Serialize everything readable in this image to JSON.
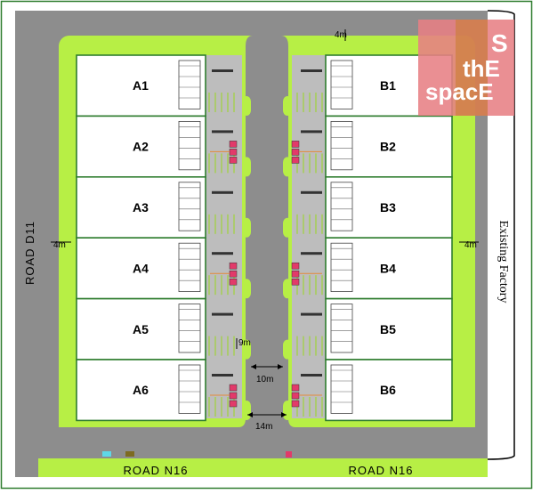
{
  "lots_left": [
    "A1",
    "A2",
    "A3",
    "A4",
    "A5",
    "A6"
  ],
  "lots_right": [
    "B1",
    "B2",
    "B3",
    "B4",
    "B5",
    "B6"
  ],
  "roads": {
    "west": "ROAD D11",
    "south_left": "ROAD N16",
    "south_right": "ROAD N16"
  },
  "neighbor": "Existing Factory",
  "dimensions": {
    "top": "4m",
    "left": "4m",
    "right": "4m",
    "inner": "9m",
    "courtyard": "10m",
    "bottom": "14m"
  },
  "logo": {
    "line1": "S",
    "line2": "thE",
    "line3": "spacE"
  },
  "colors": {
    "road": "#8d8d8d",
    "green": "#b7ef45",
    "lot": "#ffffff",
    "lot_border": "#2f7d2f",
    "driveway": "#bdbdbd",
    "logo_bg": "#e77f84",
    "logo_accent": "#c97d2a"
  }
}
